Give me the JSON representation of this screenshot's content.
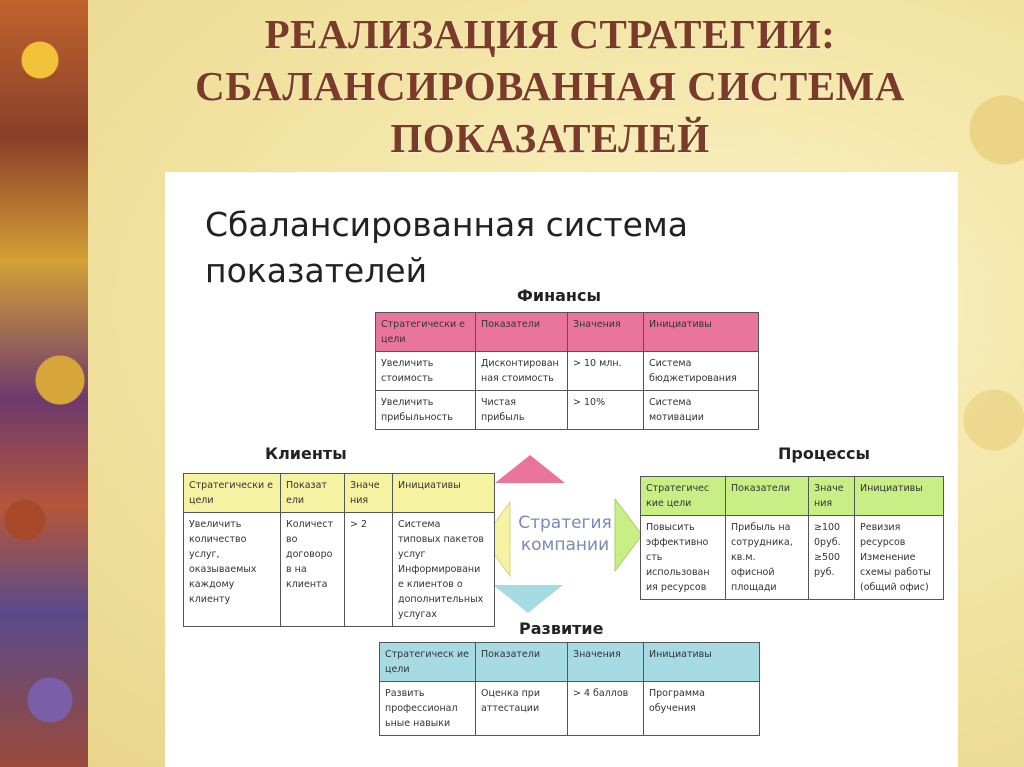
{
  "slide_title": [
    "РЕАЛИЗАЦИЯ СТРАТЕГИИ:",
    "СБАЛАНСИРОВАННАЯ СИСТЕМА",
    "ПОКАЗАТЕЛЕЙ"
  ],
  "panel_heading": [
    "Сбалансированная система",
    "показателей"
  ],
  "center": [
    "Стратегия",
    "компании"
  ],
  "colors": {
    "title": "#7a3b2a",
    "finance": "#e9759d",
    "clients": "#f5f3a1",
    "processes": "#c7ef86",
    "development": "#a7dbe3"
  },
  "finance": {
    "title": "Финансы",
    "headers": [
      "Стратегически\nе цели",
      "Показатели",
      "Значения",
      "Инициативы"
    ],
    "rows": [
      [
        "Увеличить\nстоимость",
        "Дисконтирован\nная стоимость",
        "> 10 млн.",
        "Система\nбюджетирования"
      ],
      [
        "Увеличить\nприбыльность",
        "Чистая\nприбыль",
        "> 10%",
        "Система\nмотивации"
      ]
    ]
  },
  "clients": {
    "title": "Клиенты",
    "headers": [
      "Стратегически\nе цели",
      "Показат\nели",
      "Значе\nния",
      "Инициативы"
    ],
    "rows": [
      [
        "Увеличить\nколичество\nуслуг,\nоказываемых\nкаждому\nклиенту",
        "Количест\nво\nдоговоро\nв на\nклиента",
        "> 2",
        "Система\nтиповых пакетов\nуслуг\nИнформировани\nе клиентов о\nдополнительных\nуслугах"
      ]
    ]
  },
  "processes": {
    "title": "Процессы",
    "headers": [
      "Стратегичес\nкие цели",
      "Показатели",
      "Значе\nния",
      "Инициативы"
    ],
    "rows": [
      [
        "Повысить\nэффективно\nсть\nиспользован\nия ресурсов",
        "Прибыль на\nсотрудника,\nкв.м.\nофисной\nплощади",
        "≥100\n0руб.\n≥500\nруб.",
        "Ревизия\nресурсов\nИзменение\nсхемы работы\n(общий офис)"
      ]
    ]
  },
  "development": {
    "title": "Развитие",
    "headers": [
      "Стратегическ\nие цели",
      "Показатели",
      "Значения",
      "Инициативы"
    ],
    "rows": [
      [
        "Развить\nпрофессионал\nьные навыки",
        "Оценка при\nаттестации",
        "> 4 баллов",
        "Программа\nобучения"
      ]
    ]
  }
}
